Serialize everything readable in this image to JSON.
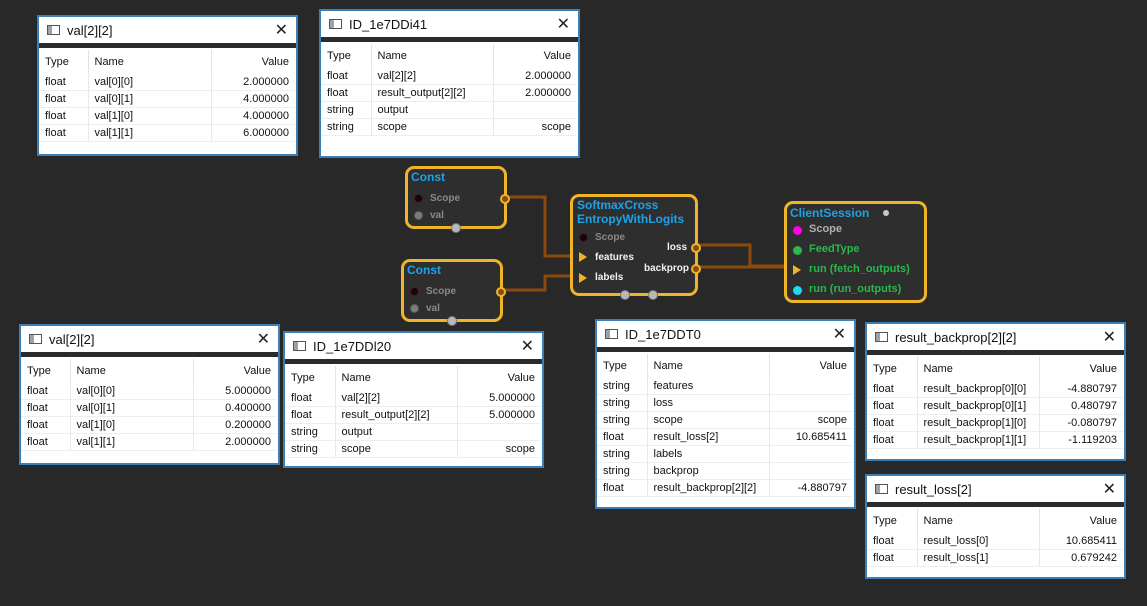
{
  "panels": {
    "p1": {
      "title": "val[2][2]",
      "columns": [
        "Type",
        "Name",
        "Value"
      ],
      "rows": [
        [
          "float",
          "val[0][0]",
          "2.000000"
        ],
        [
          "float",
          "val[0][1]",
          "4.000000"
        ],
        [
          "float",
          "val[1][0]",
          "4.000000"
        ],
        [
          "float",
          "val[1][1]",
          "6.000000"
        ]
      ]
    },
    "p2": {
      "title": "ID_1e7DDi41",
      "columns": [
        "Type",
        "Name",
        "Value"
      ],
      "rows": [
        [
          "float",
          "val[2][2]",
          "2.000000"
        ],
        [
          "float",
          "result_output[2][2]",
          "2.000000"
        ],
        [
          "string",
          "output",
          ""
        ],
        [
          "string",
          "scope",
          "scope"
        ]
      ]
    },
    "p3": {
      "title": "val[2][2]",
      "columns": [
        "Type",
        "Name",
        "Value"
      ],
      "rows": [
        [
          "float",
          "val[0][0]",
          "5.000000"
        ],
        [
          "float",
          "val[0][1]",
          "0.400000"
        ],
        [
          "float",
          "val[1][0]",
          "0.200000"
        ],
        [
          "float",
          "val[1][1]",
          "2.000000"
        ]
      ]
    },
    "p4": {
      "title": "ID_1e7DDl20",
      "columns": [
        "Type",
        "Name",
        "Value"
      ],
      "rows": [
        [
          "float",
          "val[2][2]",
          "5.000000"
        ],
        [
          "float",
          "result_output[2][2]",
          "5.000000"
        ],
        [
          "string",
          "output",
          ""
        ],
        [
          "string",
          "scope",
          "scope"
        ]
      ]
    },
    "p5": {
      "title": "ID_1e7DDT0",
      "columns": [
        "Type",
        "Name",
        "Value"
      ],
      "rows": [
        [
          "string",
          "features",
          ""
        ],
        [
          "string",
          "loss",
          ""
        ],
        [
          "string",
          "scope",
          "scope"
        ],
        [
          "float",
          "result_loss[2]",
          "10.685411"
        ],
        [
          "string",
          "labels",
          ""
        ],
        [
          "string",
          "backprop",
          ""
        ],
        [
          "float",
          "result_backprop[2][2]",
          "-4.880797"
        ]
      ]
    },
    "p6": {
      "title": "result_backprop[2][2]",
      "columns": [
        "Type",
        "Name",
        "Value"
      ],
      "rows": [
        [
          "float",
          "result_backprop[0][0]",
          "-4.880797"
        ],
        [
          "float",
          "result_backprop[0][1]",
          "0.480797"
        ],
        [
          "float",
          "result_backprop[1][0]",
          "-0.080797"
        ],
        [
          "float",
          "result_backprop[1][1]",
          "-1.119203"
        ]
      ]
    },
    "p7": {
      "title": "result_loss[2]",
      "columns": [
        "Type",
        "Name",
        "Value"
      ],
      "rows": [
        [
          "float",
          "result_loss[0]",
          "10.685411"
        ],
        [
          "float",
          "result_loss[1]",
          "0.679242"
        ]
      ]
    }
  },
  "nodes": {
    "const1": {
      "title": "Const",
      "ports": [
        "Scope",
        "val"
      ]
    },
    "const2": {
      "title": "Const",
      "ports": [
        "Scope",
        "val"
      ]
    },
    "softmax": {
      "title_line1": "SoftmaxCross",
      "title_line2": "EntropyWithLogits",
      "inputs": [
        "Scope",
        "features",
        "labels"
      ],
      "outputs": [
        "loss",
        "backprop"
      ]
    },
    "session": {
      "title": "ClientSession",
      "inputs": [
        "Scope",
        "FeedType",
        "run (fetch_outputs)",
        "run (run_outputs)"
      ]
    }
  },
  "colors": {
    "wire": "#8b4a0c",
    "node_border": "#f0b429",
    "panel_border": "#3c7fb8",
    "title": "#1aa3e8"
  }
}
